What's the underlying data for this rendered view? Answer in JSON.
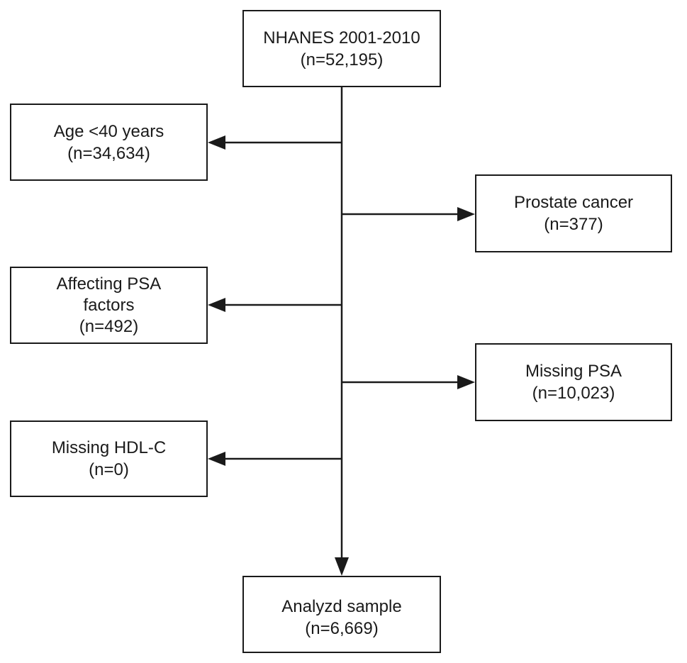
{
  "flowchart": {
    "source": {
      "line1": "NHANES 2001-2010",
      "line2": "(n=52,195)"
    },
    "exclusions": {
      "age": {
        "line1": "Age <40 years",
        "line2": "(n=34,634)"
      },
      "prostate_cancer": {
        "line1": "Prostate cancer",
        "line2": "(n=377)"
      },
      "psa_factors": {
        "line1": "Affecting PSA",
        "line2": "factors",
        "line3": "(n=492)"
      },
      "missing_psa": {
        "line1": "Missing PSA",
        "line2": "(n=10,023)"
      },
      "missing_hdl": {
        "line1": "Missing HDL-C",
        "line2": "(n=0)"
      }
    },
    "result": {
      "line1": "Analyzd sample",
      "line2": "(n=6,669)"
    }
  }
}
